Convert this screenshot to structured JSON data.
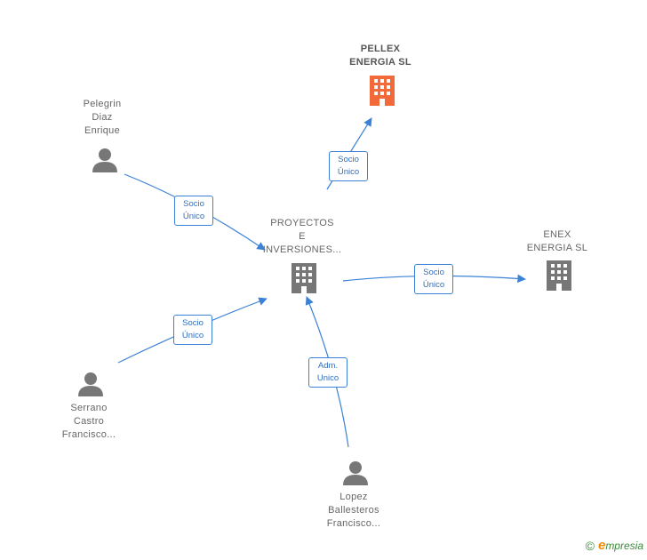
{
  "colors": {
    "edge": "#3b82d6",
    "company": "#777777",
    "highlight": "#f26a3a",
    "person": "#777777"
  },
  "nodes": {
    "pellex": {
      "label": "PELLEX\nENERGIA  SL",
      "icon": "building-icon",
      "highlight": true
    },
    "proyectos": {
      "label": "PROYECTOS\nE\nINVERSIONES...",
      "icon": "building-icon"
    },
    "enex": {
      "label": "ENEX\nENERGIA  SL",
      "icon": "building-icon"
    },
    "pelegrin": {
      "label": "Pelegrin\nDiaz\nEnrique",
      "icon": "person-icon"
    },
    "serrano": {
      "label": "Serrano\nCastro\nFrancisco...",
      "icon": "person-icon"
    },
    "lopez": {
      "label": "Lopez\nBallesteros\nFrancisco...",
      "icon": "person-icon"
    }
  },
  "edges": {
    "proyectos_pellex": "Socio\nÚnico",
    "pelegrin_proyectos": "Socio\nÚnico",
    "serrano_proyectos": "Socio\nÚnico",
    "proyectos_enex": "Socio\nÚnico",
    "lopez_proyectos": "Adm.\nUnico"
  },
  "footer": {
    "copyright": "©",
    "brand_initial": "e",
    "brand_rest": "mpresia"
  }
}
